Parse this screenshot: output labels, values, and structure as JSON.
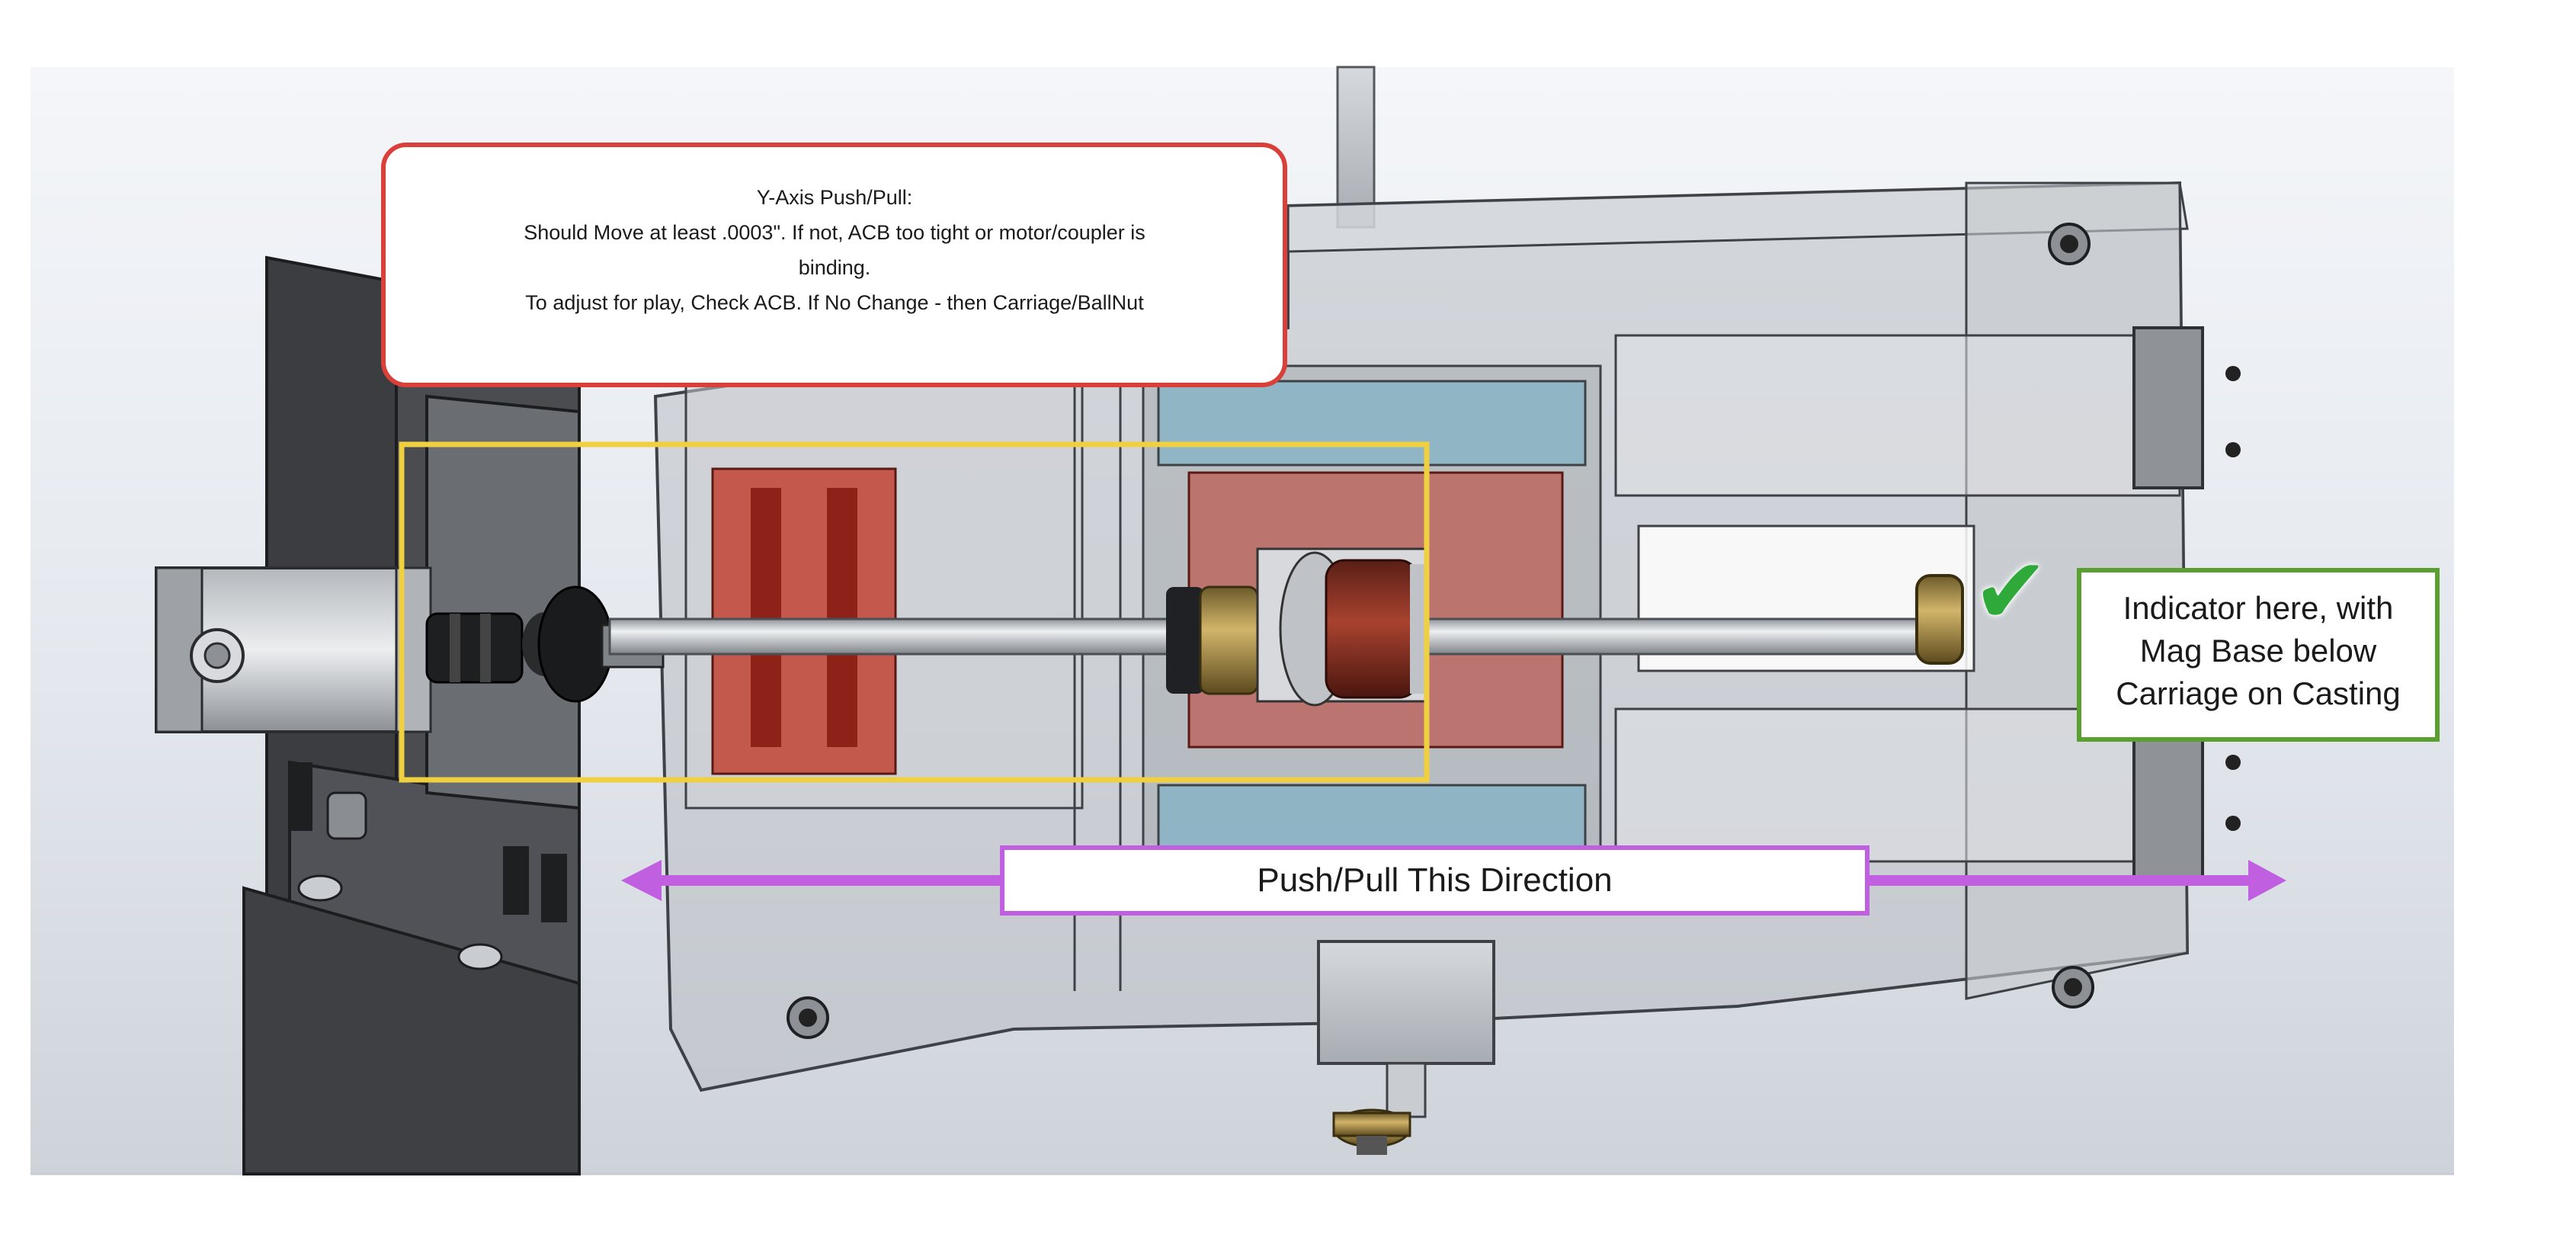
{
  "callout_main": {
    "title": "Y-Axis Push/Pull:",
    "line1": "Should Move at least .0003\".  If not, ACB too tight or motor/coupler is",
    "line2": "binding.",
    "line3": "To adjust for play, Check ACB.  If No Change - then Carriage/BallNut"
  },
  "callout_indicator": {
    "line1": "Indicator here, with",
    "line2": "Mag Base below",
    "line3": "Carriage on Casting"
  },
  "direction_label": "Push/Pull This Direction",
  "checkmark_glyph": "✔",
  "colors": {
    "main_callout_border": "#d9403a",
    "indicator_callout_border": "#5aa030",
    "highlight_box": "#f0d040",
    "arrow": "#c060e0",
    "checkmark": "#2fa93a",
    "red_part": "#c0392b"
  }
}
